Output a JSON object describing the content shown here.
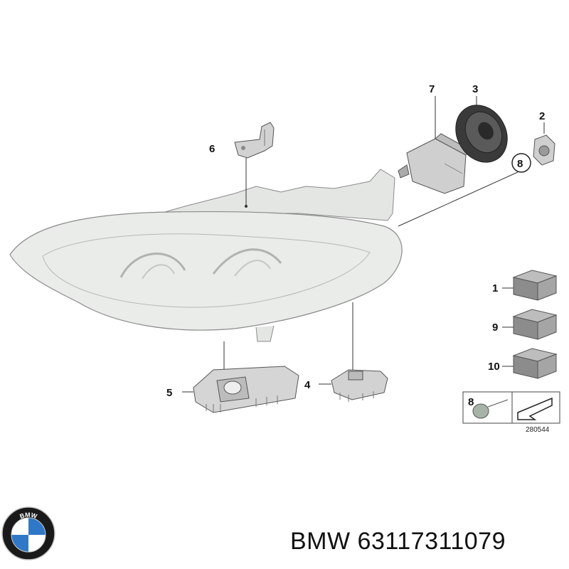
{
  "callouts": {
    "c1": "1",
    "c2": "2",
    "c3": "3",
    "c4": "4",
    "c5": "5",
    "c6": "6",
    "c7": "7",
    "c8": "8",
    "c9": "9",
    "c10": "10",
    "legend8": "8"
  },
  "reference_number": "280544",
  "logo": {
    "text": "BMW",
    "colors": {
      "ring": "#1a1a1a",
      "blue": "#2f78c8",
      "white": "#ffffff"
    }
  },
  "caption": {
    "brand": "BMW",
    "part_number": "63117311079"
  },
  "colors": {
    "line": "#333333",
    "lens_fill": "#e6eae6",
    "part_fill": "#cfcfcf",
    "part_dark": "#5a5a5a"
  }
}
